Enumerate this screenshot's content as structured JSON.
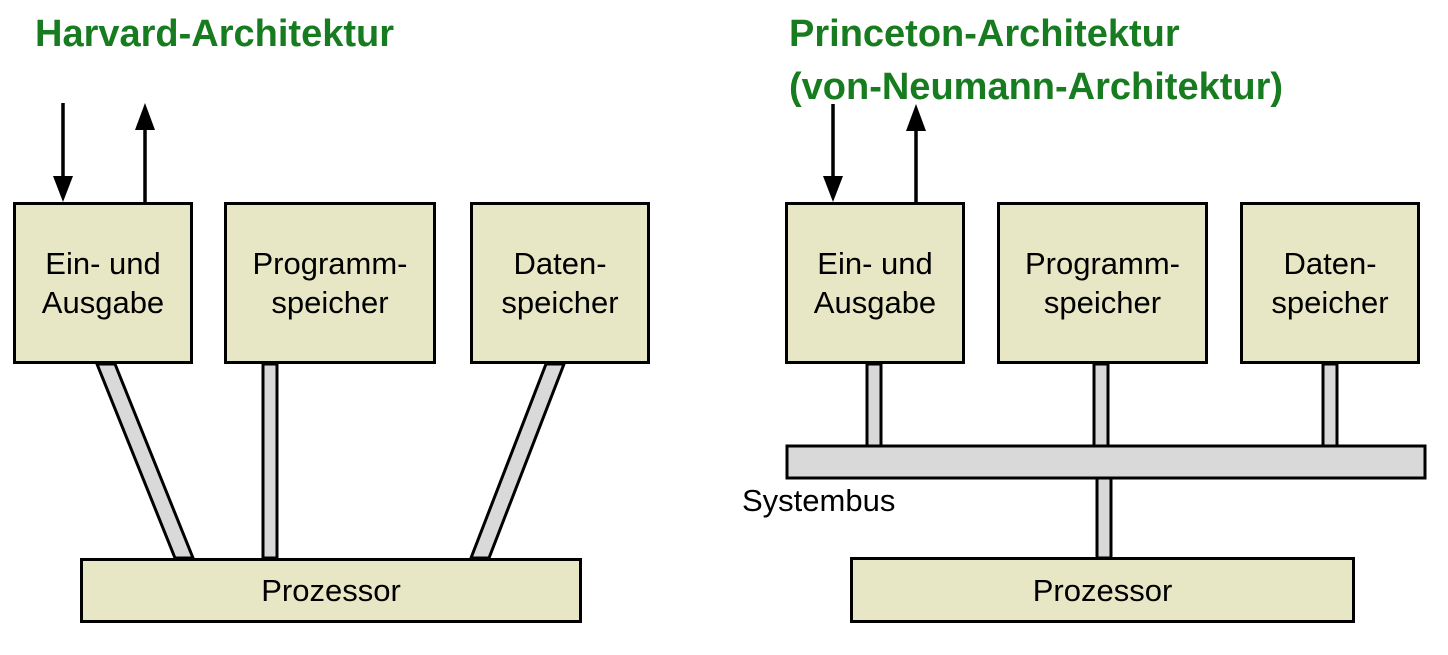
{
  "colors": {
    "title_green": "#177b1f",
    "box_fill": "#e8e7c5",
    "box_border": "#000000",
    "bus_fill": "#d9d9d9",
    "bus_border": "#000000",
    "background": "#ffffff",
    "label_text": "#000000"
  },
  "harvard": {
    "title": "Harvard-Architektur",
    "boxes": [
      {
        "line1": "Ein- und",
        "line2": "Ausgabe"
      },
      {
        "line1": "Programm-",
        "line2": "speicher"
      },
      {
        "line1": "Daten-",
        "line2": "speicher"
      }
    ],
    "processor_label": "Prozessor"
  },
  "princeton": {
    "title_line1": "Princeton-Architektur",
    "title_line2": "(von-Neumann-Architektur)",
    "boxes": [
      {
        "line1": "Ein- und",
        "line2": "Ausgabe"
      },
      {
        "line1": "Programm-",
        "line2": "speicher"
      },
      {
        "line1": "Daten-",
        "line2": "speicher"
      }
    ],
    "processor_label": "Prozessor",
    "bus_label": "Systembus"
  }
}
